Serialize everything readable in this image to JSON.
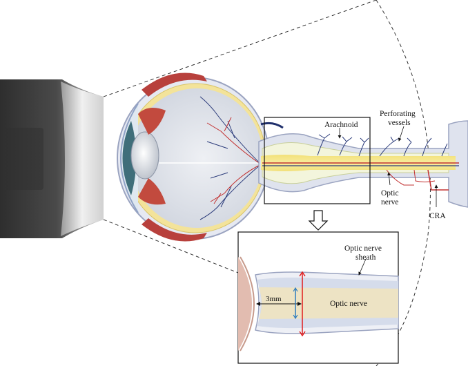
{
  "labels": {
    "arachnoid": "Arachnoid",
    "perforating_line1": "Perforating",
    "perforating_line2": "vessels",
    "optic_line1": "Optic",
    "optic_line2": "nerve",
    "cra": "CRA",
    "sheath_line1": "Optic nerve",
    "sheath_line2": "sheath",
    "measurement": "3mm",
    "inset_nerve": "Optic nerve"
  },
  "colors": {
    "probe_dark": "#3a3a3a",
    "probe_light": "#e6e6e6",
    "nerve_yellow": "#f4e27a",
    "sheath_blue": "#c8cfe6",
    "sclera": "#dfe3ee",
    "muscle_red": "#b8403c",
    "vessel_red": "#d42020",
    "vessel_navy": "#1f2f6b",
    "inset_nerve_fill": "#ede3c4",
    "globe_pink": "#e2bcb0",
    "measure_red": "#e01b1b",
    "measure_blue": "#2b7bbf"
  }
}
